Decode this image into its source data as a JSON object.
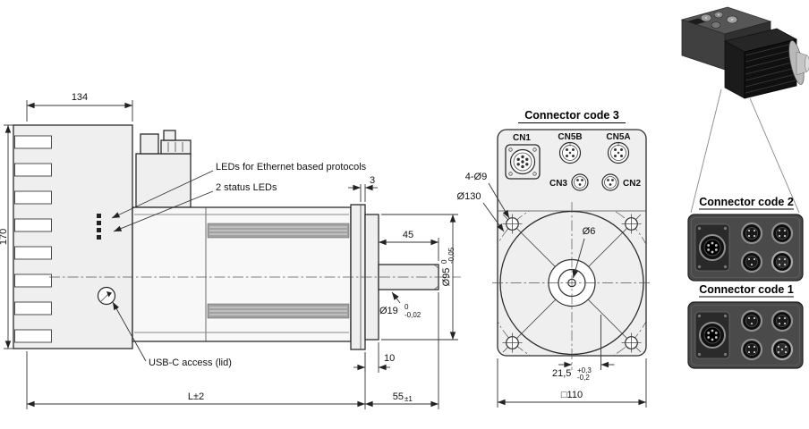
{
  "side_view": {
    "dim_width": "134",
    "dim_height": "170",
    "label_ethernet_leds": "LEDs for Ethernet based protocols",
    "label_status_leds": "2 status LEDs",
    "label_usbc": "USB-C access (lid)",
    "dim_flange_plate": "3",
    "dim_shaft_length": "45",
    "dim_pilot_dia": "Ø95",
    "pilot_tol_upper": "0",
    "pilot_tol_lower": "-0,05",
    "dim_shaft_dia": "Ø19",
    "shaft_tol_upper": "0",
    "shaft_tol_lower": "-0,02",
    "dim_pilot_len": "10",
    "dim_total_length": "L±2",
    "dim_front_length": "55",
    "front_length_tol": "±1"
  },
  "front_view": {
    "title": "Connector code 3",
    "label_cn1": "CN1",
    "label_cn5b": "CN5B",
    "label_cn5a": "CN5A",
    "label_cn3": "CN3",
    "label_cn2": "CN2",
    "dim_bolt_holes": "4-Ø9",
    "dim_bolt_circle": "Ø130",
    "dim_center_hole": "Ø6",
    "dim_key_offset": "21,5",
    "key_tol_upper": "+0,3",
    "key_tol_lower": "-0,2",
    "dim_square_flange": "□110"
  },
  "variants": {
    "code2_title": "Connector code 2",
    "code1_title": "Connector code 1"
  }
}
